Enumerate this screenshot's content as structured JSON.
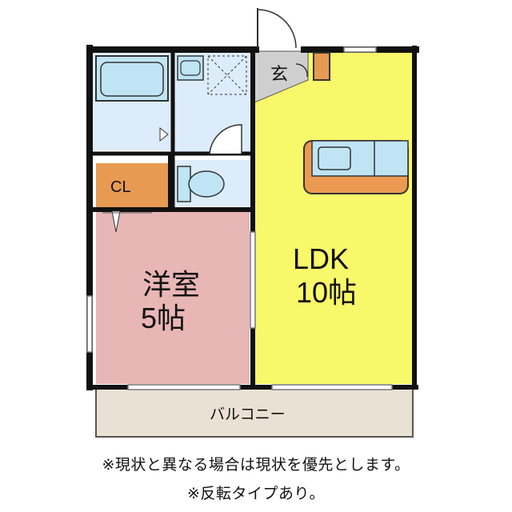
{
  "rooms": {
    "entrance": {
      "label": "玄"
    },
    "closet": {
      "label": "CL"
    },
    "western_room": {
      "label": "洋室",
      "size": "5帖"
    },
    "ldk": {
      "label": "LDK",
      "size": "10帖"
    },
    "balcony": {
      "label": "バルコニー"
    }
  },
  "notes": {
    "disclaimer": "※現状と異なる場合は現状を優先とします。",
    "reversed": "※反転タイプあり。"
  },
  "colors": {
    "ldk_fill": "#f8f86a",
    "western_fill": "#e9b6b6",
    "closet_fill": "#e79a52",
    "counter_fill": "#ec9a52",
    "wet_area_fill": "#dcecfa",
    "fixture_fill": "#bfe4f4",
    "entrance_fill": "#cfcfcf",
    "balcony_fill": "#e9e1d3",
    "wall": "#111111"
  }
}
